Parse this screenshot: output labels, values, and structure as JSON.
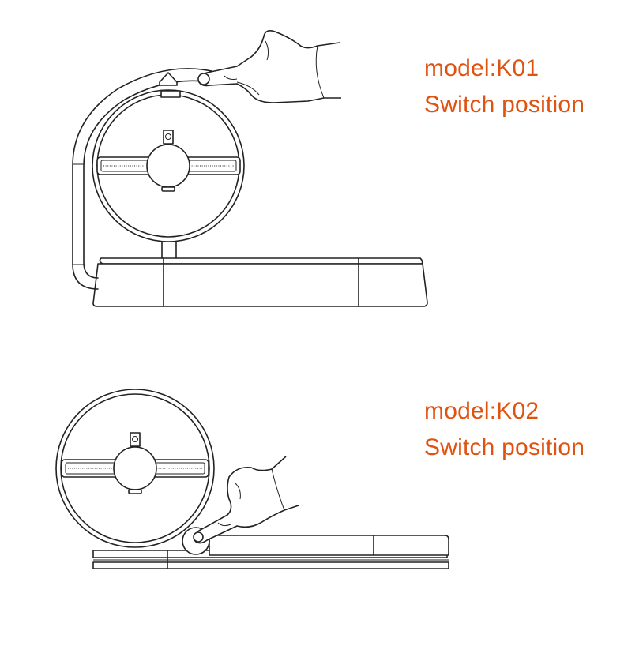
{
  "colors": {
    "label": "#e0520f",
    "line": "#222222",
    "background": "#ffffff"
  },
  "figures": [
    {
      "model": "model:K01",
      "caption": "Switch position"
    },
    {
      "model": "model:K02",
      "caption": "Switch position"
    }
  ]
}
